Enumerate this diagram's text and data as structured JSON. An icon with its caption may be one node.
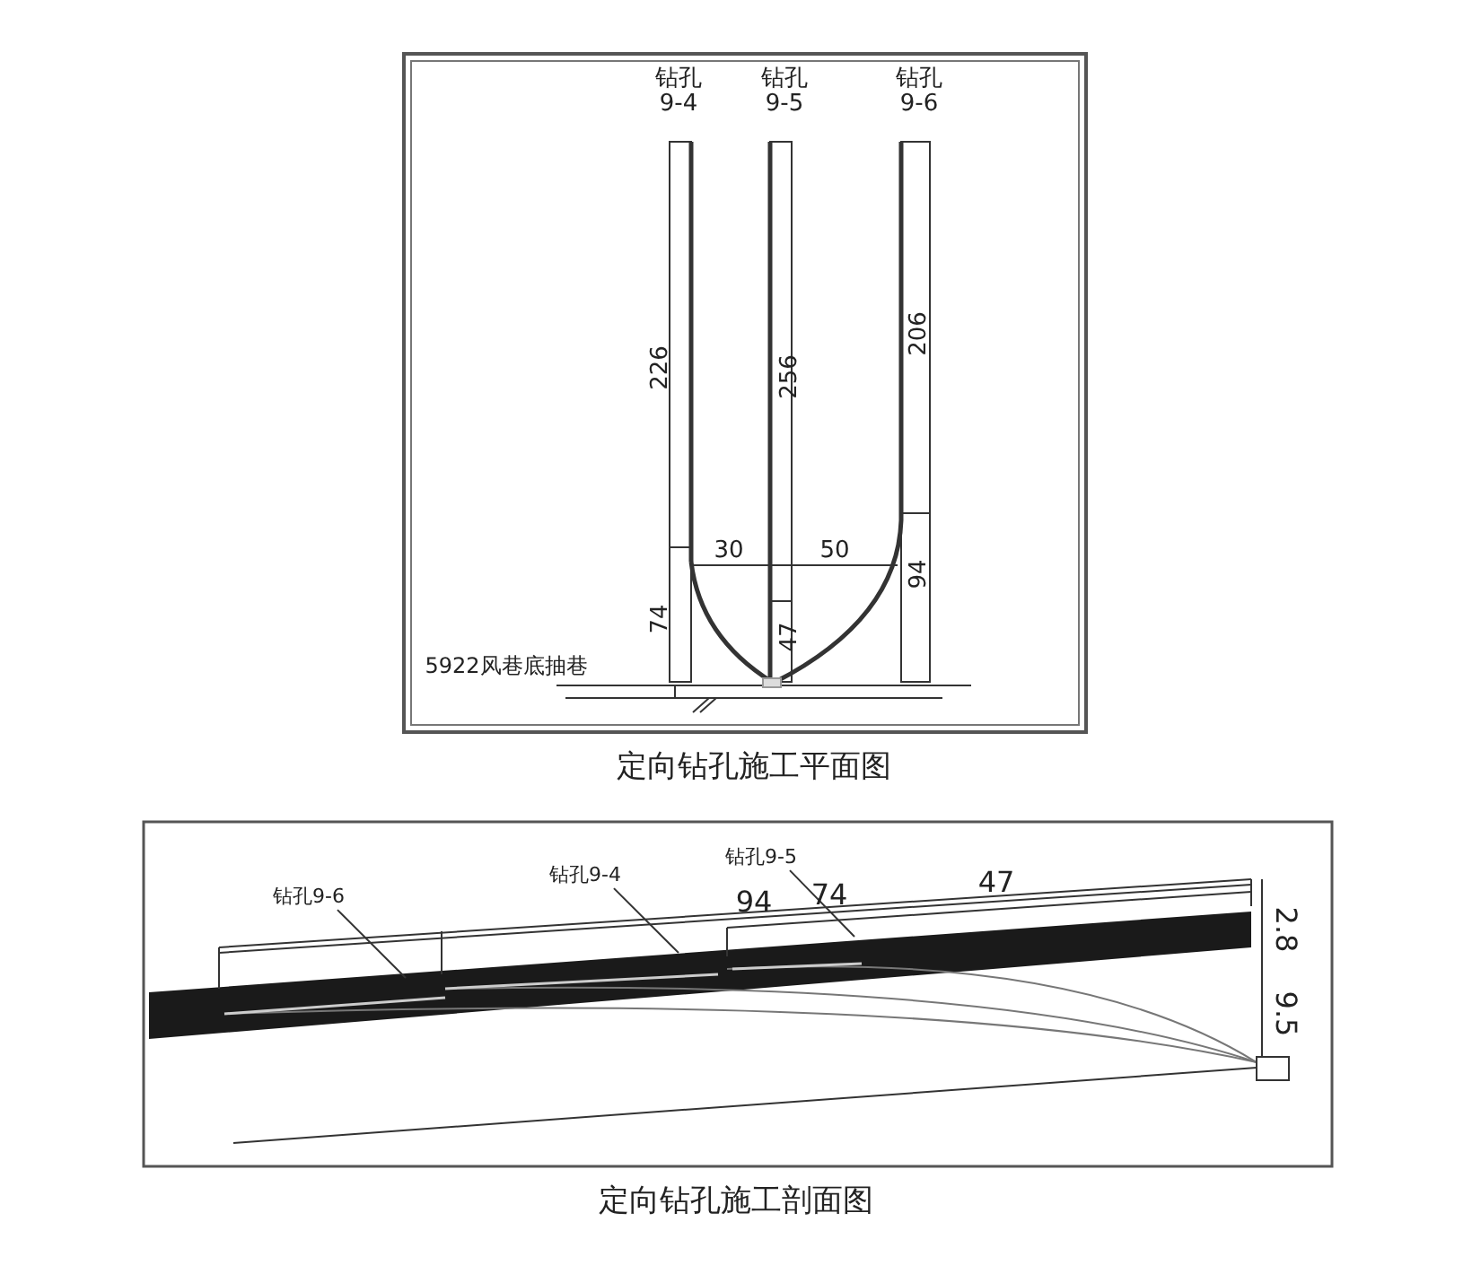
{
  "diagram": {
    "nodes": [
      {
        "text": [
          "钻孔9-6"
        ]
      },
      {
        "text": [
          "钻孔9-4"
        ]
      },
      {
        "text": [
          "钻孔9-5"
        ]
      }
    ],
    "edges": [
      {
        "from": 0,
        "to": null,
        "arrow": "none"
      },
      {
        "from": 1,
        "to": null,
        "arrow": "none"
      },
      {
        "from": 2,
        "to": null,
        "arrow": "none"
      }
    ],
    "labels": [
      "钻孔 9-4",
      "钻孔 9-5",
      "钻孔 9-6",
      "226",
      "256",
      "206",
      "30",
      "50",
      "74",
      "47",
      "94",
      "5922风巷底抽巷",
      "定向钻孔施工平面图",
      "94",
      "74",
      "47",
      "2.8",
      "9.5",
      "定向钻孔施工剖面图"
    ]
  }
}
